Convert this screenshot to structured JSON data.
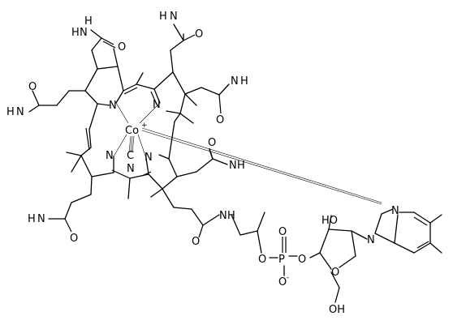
{
  "labels": {
    "nh2_1": "N",
    "nh2_1h": "H",
    "nh2_1h2": "H",
    "o1": "O",
    "nh2_2": "N",
    "nh2_2h": "H",
    "o2": "O",
    "nh2_3": "N",
    "nh2_3h": "H",
    "o3": "O",
    "nh2_4": "N",
    "nh2_4h": "H",
    "o4": "O",
    "nh2_5": "N",
    "nh2_5h": "H",
    "o5": "O",
    "nh2_6": "N",
    "nh2_6h": "H",
    "o6": "O",
    "n_ring1": "N",
    "n_ring2": "N",
    "n_ring3": "N",
    "n_ring4": "N",
    "co": "Co",
    "co_charge": "+",
    "cn_c": "C",
    "cn_n": "N",
    "amide_n": "N",
    "amide_h": "H",
    "amide_o": "O",
    "ester_o": "O",
    "p": "P",
    "p_o_top": "O",
    "p_o_bot": "O",
    "p_o_minus": "-",
    "p_o_right": "O",
    "oh_top": "HO",
    "ring_o": "O",
    "oh_bottom": "OH",
    "bz_n1": "N",
    "bz_n2": "N"
  }
}
